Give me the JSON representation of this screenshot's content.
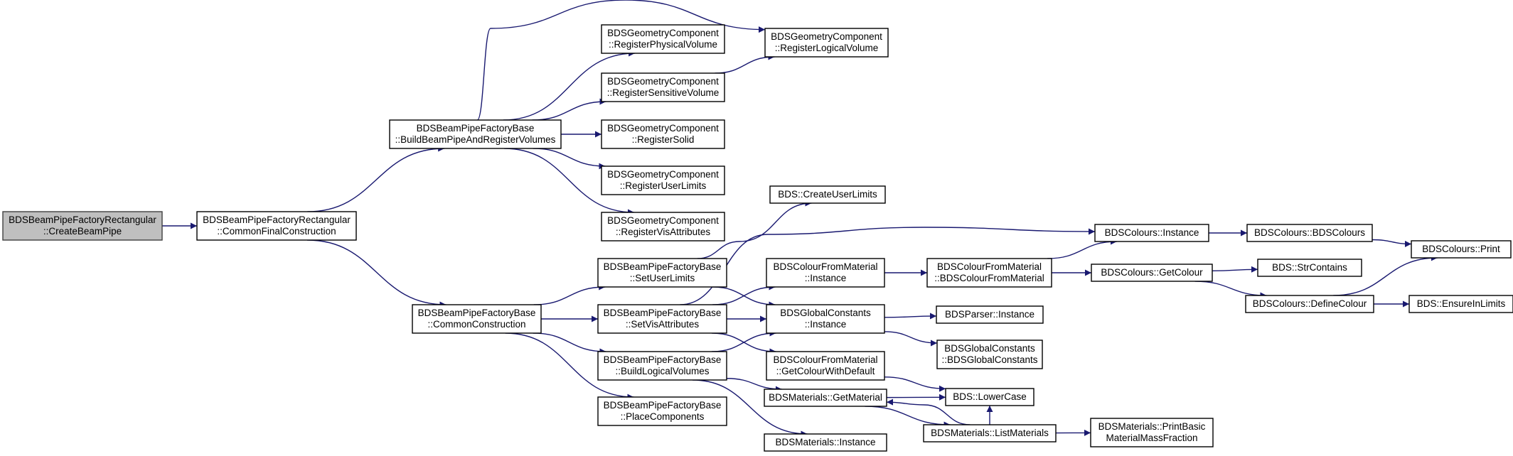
{
  "colors": {
    "edge": "#191970",
    "node_border": "#000000",
    "root_fill": "#bfbfbf",
    "node_fill": "#ffffff"
  },
  "nodes": [
    {
      "id": "n0",
      "lines": [
        "BDSBeamPipeFactoryRectangular",
        "::CreateBeamPipe"
      ],
      "root": true
    },
    {
      "id": "n1",
      "lines": [
        "BDSBeamPipeFactoryRectangular",
        "::CommonFinalConstruction"
      ]
    },
    {
      "id": "n2",
      "lines": [
        "BDSBeamPipeFactoryBase",
        "::BuildBeamPipeAndRegisterVolumes"
      ]
    },
    {
      "id": "n3",
      "lines": [
        "BDSBeamPipeFactoryBase",
        "::CommonConstruction"
      ]
    },
    {
      "id": "n4",
      "lines": [
        "BDSGeometryComponent",
        "::RegisterPhysicalVolume"
      ]
    },
    {
      "id": "n5",
      "lines": [
        "BDSGeometryComponent",
        "::RegisterSensitiveVolume"
      ]
    },
    {
      "id": "n6",
      "lines": [
        "BDSGeometryComponent",
        "::RegisterSolid"
      ]
    },
    {
      "id": "n7",
      "lines": [
        "BDSGeometryComponent",
        "::RegisterUserLimits"
      ]
    },
    {
      "id": "n8",
      "lines": [
        "BDSGeometryComponent",
        "::RegisterVisAttributes"
      ]
    },
    {
      "id": "n9",
      "lines": [
        "BDSGeometryComponent",
        "::RegisterLogicalVolume"
      ]
    },
    {
      "id": "n10",
      "lines": [
        "BDS::CreateUserLimits"
      ]
    },
    {
      "id": "n11",
      "lines": [
        "BDSBeamPipeFactoryBase",
        "::SetUserLimits"
      ]
    },
    {
      "id": "n12",
      "lines": [
        "BDSBeamPipeFactoryBase",
        "::SetVisAttributes"
      ]
    },
    {
      "id": "n13",
      "lines": [
        "BDSBeamPipeFactoryBase",
        "::BuildLogicalVolumes"
      ]
    },
    {
      "id": "n14",
      "lines": [
        "BDSBeamPipeFactoryBase",
        "::PlaceComponents"
      ]
    },
    {
      "id": "n15",
      "lines": [
        "BDSColourFromMaterial",
        "::Instance"
      ]
    },
    {
      "id": "n16",
      "lines": [
        "BDSGlobalConstants",
        "::Instance"
      ]
    },
    {
      "id": "n17",
      "lines": [
        "BDSColourFromMaterial",
        "::GetColourWithDefault"
      ]
    },
    {
      "id": "n18",
      "lines": [
        "BDSMaterials::GetMaterial"
      ]
    },
    {
      "id": "n19",
      "lines": [
        "BDSMaterials::Instance"
      ]
    },
    {
      "id": "n20",
      "lines": [
        "BDSColourFromMaterial",
        "::BDSColourFromMaterial"
      ]
    },
    {
      "id": "n21",
      "lines": [
        "BDSParser::Instance"
      ]
    },
    {
      "id": "n22",
      "lines": [
        "BDSGlobalConstants",
        "::BDSGlobalConstants"
      ]
    },
    {
      "id": "n23",
      "lines": [
        "BDS::LowerCase"
      ]
    },
    {
      "id": "n24",
      "lines": [
        "BDSMaterials::ListMaterials"
      ]
    },
    {
      "id": "n25",
      "lines": [
        "BDSColours::Instance"
      ]
    },
    {
      "id": "n26",
      "lines": [
        "BDSColours::GetColour"
      ]
    },
    {
      "id": "n27",
      "lines": [
        "BDSMaterials::PrintBasic",
        "MaterialMassFraction"
      ]
    },
    {
      "id": "n28",
      "lines": [
        "BDSColours::BDSColours"
      ]
    },
    {
      "id": "n29",
      "lines": [
        "BDS::StrContains"
      ]
    },
    {
      "id": "n30",
      "lines": [
        "BDSColours::DefineColour"
      ]
    },
    {
      "id": "n31",
      "lines": [
        "BDSColours::Print"
      ]
    },
    {
      "id": "n32",
      "lines": [
        "BDS::EnsureInLimits"
      ]
    }
  ],
  "edges": [
    [
      "n0",
      "n1"
    ],
    [
      "n1",
      "n2"
    ],
    [
      "n1",
      "n3"
    ],
    [
      "n2",
      "n9"
    ],
    [
      "n2",
      "n4"
    ],
    [
      "n2",
      "n5"
    ],
    [
      "n2",
      "n6"
    ],
    [
      "n2",
      "n7"
    ],
    [
      "n2",
      "n8"
    ],
    [
      "n5",
      "n9"
    ],
    [
      "n3",
      "n11"
    ],
    [
      "n3",
      "n12"
    ],
    [
      "n3",
      "n13"
    ],
    [
      "n3",
      "n14"
    ],
    [
      "n11",
      "n10"
    ],
    [
      "n11",
      "n16"
    ],
    [
      "n12",
      "n25"
    ],
    [
      "n12",
      "n15"
    ],
    [
      "n12",
      "n16"
    ],
    [
      "n12",
      "n17"
    ],
    [
      "n13",
      "n16"
    ],
    [
      "n13",
      "n18"
    ],
    [
      "n13",
      "n19"
    ],
    [
      "n15",
      "n20"
    ],
    [
      "n20",
      "n25"
    ],
    [
      "n20",
      "n26"
    ],
    [
      "n16",
      "n21"
    ],
    [
      "n16",
      "n22"
    ],
    [
      "n17",
      "n23"
    ],
    [
      "n18",
      "n23"
    ],
    [
      "n18",
      "n24"
    ],
    [
      "n24",
      "n18"
    ],
    [
      "n24",
      "n23"
    ],
    [
      "n24",
      "n27"
    ],
    [
      "n25",
      "n28"
    ],
    [
      "n28",
      "n31"
    ],
    [
      "n26",
      "n29"
    ],
    [
      "n26",
      "n30"
    ],
    [
      "n30",
      "n31"
    ],
    [
      "n30",
      "n32"
    ]
  ]
}
